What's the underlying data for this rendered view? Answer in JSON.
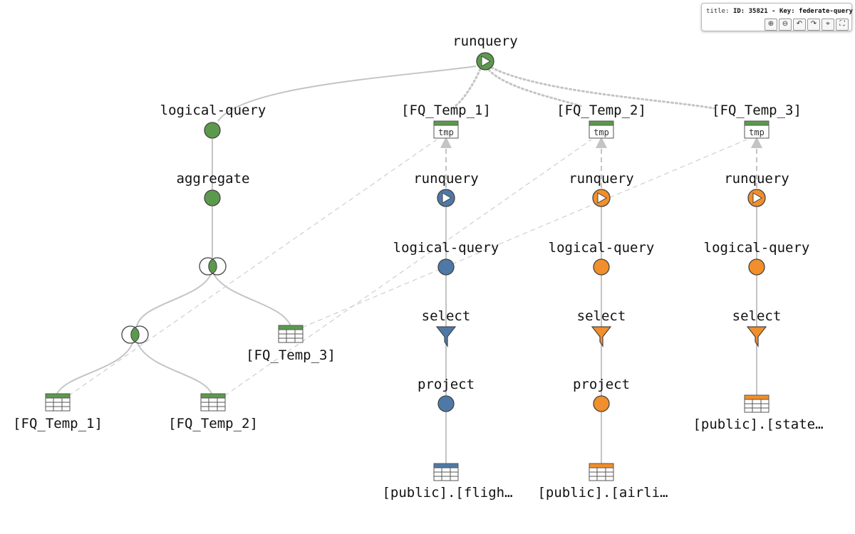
{
  "panel": {
    "title_prefix": "title:",
    "title_value": "ID: 35821 - Key: federate-query",
    "buttons": [
      {
        "name": "zoom-in-icon",
        "glyph": "⊕"
      },
      {
        "name": "zoom-out-icon",
        "glyph": "⊖"
      },
      {
        "name": "undo-icon",
        "glyph": "↶"
      },
      {
        "name": "redo-icon",
        "glyph": "↷"
      },
      {
        "name": "center-icon",
        "glyph": "⌖"
      },
      {
        "name": "fullscreen-icon",
        "glyph": "⛶"
      }
    ]
  },
  "colors": {
    "green": "#5b9a4c",
    "blue": "#4e79a7",
    "orange": "#f28e2b",
    "edge": "#c4c4c4"
  },
  "nodes": {
    "root_runquery": "runquery",
    "g_logical_query": "logical-query",
    "g_aggregate": "aggregate",
    "g_fq_temp_3": "[FQ_Temp_3]",
    "g_fq_temp_1": "[FQ_Temp_1]",
    "g_fq_temp_2": "[FQ_Temp_2]",
    "tmp1_label": "[FQ_Temp_1]",
    "tmp2_label": "[FQ_Temp_2]",
    "tmp3_label": "[FQ_Temp_3]",
    "tmp_text": "tmp",
    "b_runquery": "runquery",
    "b_logical_query": "logical-query",
    "b_select": "select",
    "b_project": "project",
    "b_table": "[public].[fligh…",
    "o_runquery": "runquery",
    "o_logical_query": "logical-query",
    "o_select": "select",
    "o_project": "project",
    "o_table": "[public].[airli…",
    "p_runquery": "runquery",
    "p_logical_query": "logical-query",
    "p_select": "select",
    "p_table": "[public].[state…"
  }
}
